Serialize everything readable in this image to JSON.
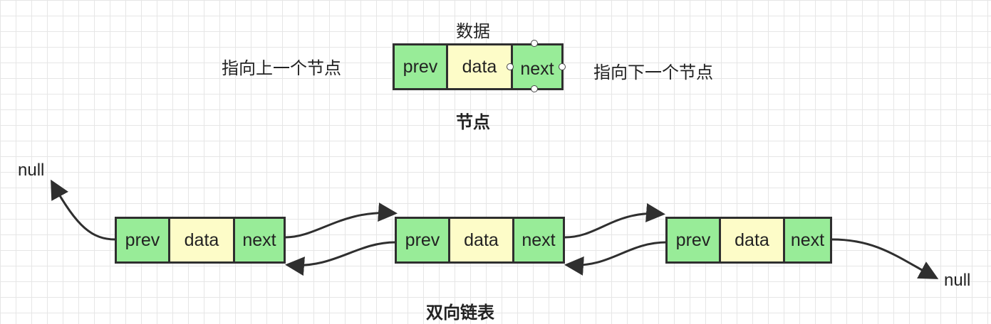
{
  "legend": {
    "data_caption": "数据",
    "prev_caption": "指向上一个节点",
    "next_caption": "指向下一个节点",
    "node_caption": "节点",
    "node": {
      "prev": "prev",
      "data": "data",
      "next": "next"
    }
  },
  "list": {
    "caption": "双向链表",
    "null_left": "null",
    "null_right": "null",
    "nodes": [
      {
        "prev": "prev",
        "data": "data",
        "next": "next"
      },
      {
        "prev": "prev",
        "data": "data",
        "next": "next"
      },
      {
        "prev": "prev",
        "data": "data",
        "next": "next"
      }
    ]
  },
  "colors": {
    "pointer_cell": "#98ec98",
    "data_cell": "#fdfcc8",
    "border": "#2f2f2f"
  }
}
